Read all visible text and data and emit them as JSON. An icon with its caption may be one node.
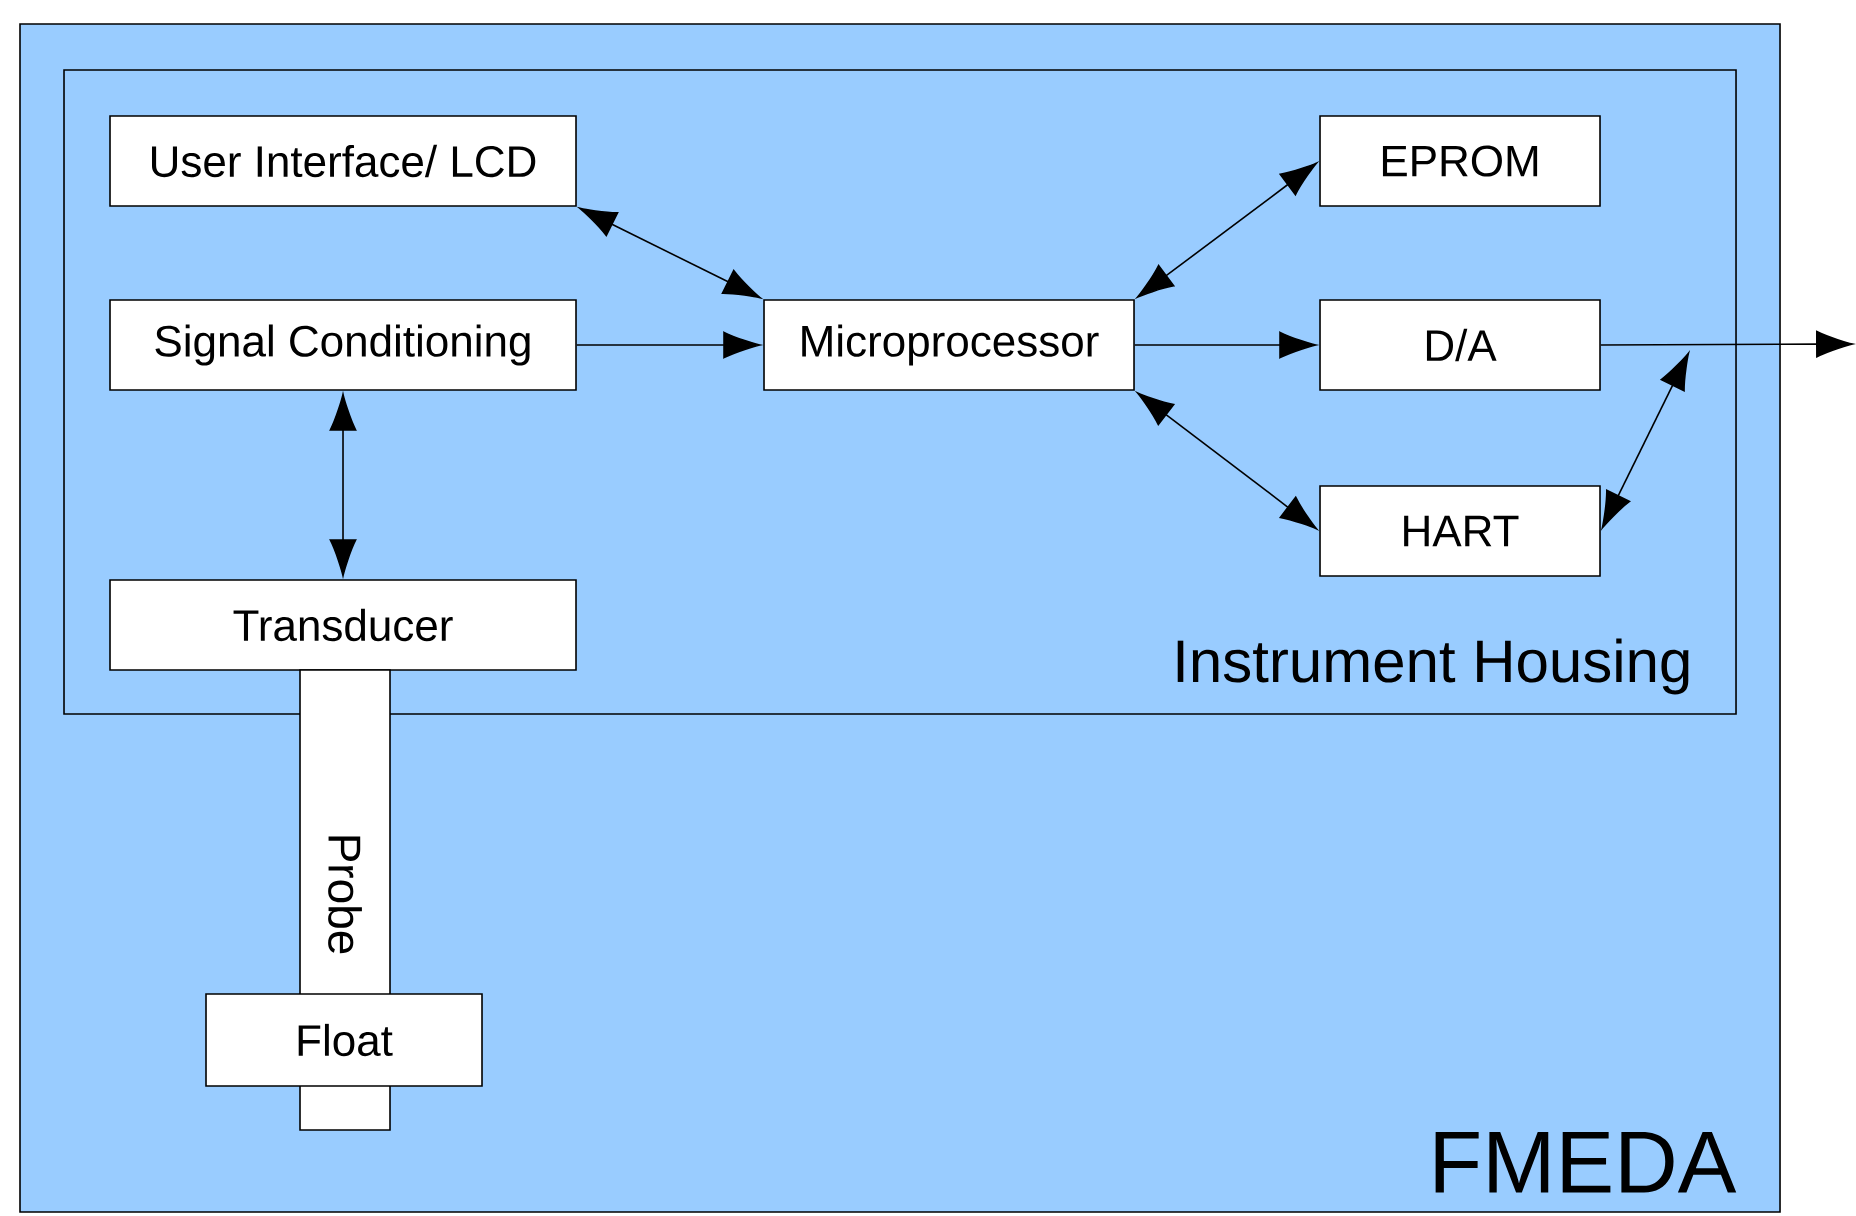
{
  "diagram": {
    "nodes": [
      {
        "text": [
          "FMEDA"
        ]
      },
      {
        "text": [
          "Instrument Housing"
        ],
        "in": 0
      },
      {
        "text": [
          "User Interface/ LCD"
        ],
        "in": 1
      },
      {
        "text": [
          "EPROM"
        ],
        "in": 1
      },
      {
        "text": [
          "Signal Conditioning"
        ],
        "in": 1
      },
      {
        "text": [
          "Microprocessor"
        ],
        "in": 1
      },
      {
        "text": [
          "D/A"
        ],
        "in": 1
      },
      {
        "text": [
          "HART"
        ],
        "in": 1
      },
      {
        "text": [
          "Transducer"
        ],
        "in": 1
      },
      {
        "text": [
          "Probe"
        ],
        "in": 0
      },
      {
        "text": [
          "Float"
        ],
        "in": 0
      }
    ],
    "edges": [
      {
        "from": 2,
        "to": 5,
        "arrow": "both"
      },
      {
        "from": 4,
        "to": 5,
        "arrow": "to"
      },
      {
        "from": 5,
        "to": 3,
        "arrow": "both"
      },
      {
        "from": 5,
        "to": 6,
        "arrow": "to"
      },
      {
        "from": 5,
        "to": 7,
        "arrow": "both"
      },
      {
        "from": 4,
        "to": 8,
        "arrow": "both"
      },
      {
        "from": 6,
        "to": null,
        "arrow": "to"
      },
      {
        "from": 7,
        "to": null,
        "arrow": "both"
      }
    ]
  }
}
